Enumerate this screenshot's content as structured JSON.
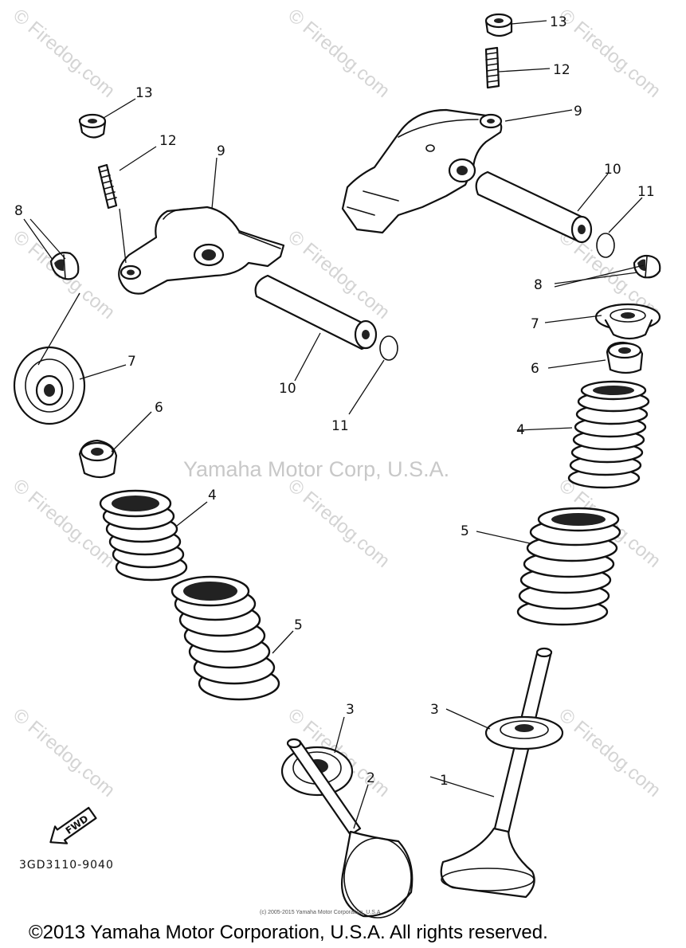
{
  "watermarks": {
    "site": "© Firedog.com",
    "center": "Yamaha Motor Corp, U.S.A."
  },
  "part_labels": {
    "p1": "1",
    "p2": "2",
    "p3_left": "3",
    "p3_right": "3",
    "p4_left": "4",
    "p4_right": "4",
    "p5_left": "5",
    "p5_right": "5",
    "p6_left": "6",
    "p6_right": "6",
    "p7_left": "7",
    "p7_right": "7",
    "p8_left": "8",
    "p8_right": "8",
    "p9_left": "9",
    "p9_right": "9",
    "p10_left": "10",
    "p10_right": "10",
    "p11_left": "11",
    "p11_right": "11",
    "p12_left": "12",
    "p12_right": "12",
    "p13_left": "13",
    "p13_right": "13"
  },
  "fwd_badge": "FWD",
  "diagram_code": "3GD3110-9040",
  "small_copyright": "(c) 2005-2015 Yamaha Motor Corporation, U.S.A.",
  "footer_copyright": "©2013 Yamaha Motor Corporation, U.S.A. All rights reserved."
}
